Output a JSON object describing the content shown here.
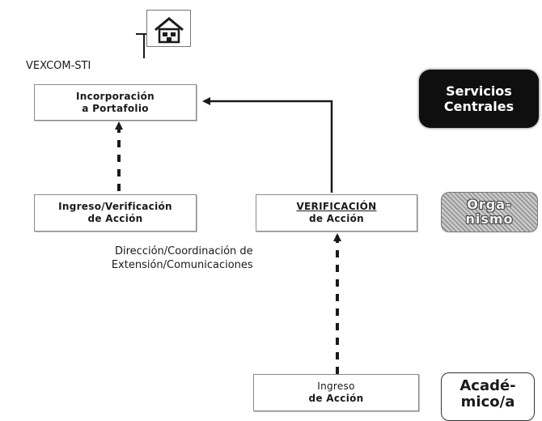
{
  "labels": {
    "vexcom": "VEXCOM-STI",
    "direccion_line1": "Dirección/Coordinación de",
    "direccion_line2": "Extensión/Comunicaciones"
  },
  "boxes": {
    "incorporacion": {
      "line1": "Incorporación",
      "line2": "a Portafolio"
    },
    "ingreso_verificacion": {
      "line1": "Ingreso/Verificación",
      "line2": "de Acción"
    },
    "verificacion": {
      "line1": "VERIFICACIÓN",
      "line2": "de Acción"
    },
    "ingreso": {
      "line1": "Ingreso",
      "line2": "de Acción"
    }
  },
  "side_labels": {
    "servicios": {
      "line1": "Servicios",
      "line2": "Centrales"
    },
    "organismo": {
      "line1": "Orga-",
      "line2": "nismo"
    },
    "academico": {
      "line1": "Acadé-",
      "line2": "mico/a"
    }
  },
  "icons": {
    "home": "home-icon"
  },
  "colors": {
    "dark_panel": "#0f0f0f",
    "line": "#1a1a1a"
  }
}
